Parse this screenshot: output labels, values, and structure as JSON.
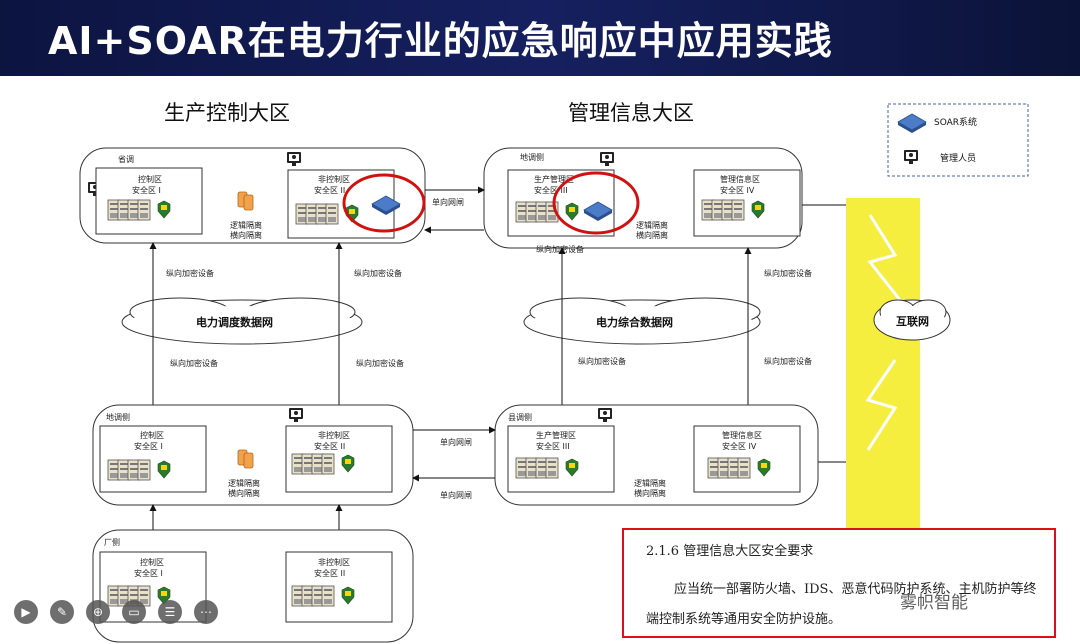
{
  "header": {
    "title": "AI+SOAR在电力行业的应急响应中应用实践"
  },
  "sections": {
    "left": "生产控制大区",
    "right": "管理信息大区"
  },
  "legend": {
    "soar": "SOAR系统",
    "admin": "管理人员"
  },
  "regions": {
    "province": "省调",
    "province_mgmt": "地调侧",
    "local": "地调侧",
    "local_mgmt": "县调侧",
    "plant": "厂侧"
  },
  "zones": {
    "z1a": "控制区",
    "z1b": "安全区 I",
    "z2a": "非控制区",
    "z2b": "安全区 II",
    "z3a": "生产管理区",
    "z3b": "安全区 III",
    "z4a": "管理信息区",
    "z4b": "安全区 IV"
  },
  "labels": {
    "logic_isolation_1": "逻辑隔离",
    "logic_isolation_2": "横向隔离",
    "one_way": "单向网闸",
    "encrypt": "纵向加密设备"
  },
  "clouds": {
    "dispatch": "电力调度数据网",
    "integrated": "电力综合数据网",
    "internet": "互联网"
  },
  "note": {
    "heading": "2.1.6  管理信息大区安全要求",
    "line1": "应当统一部署防火墙、IDS、恶意代码防护系统、主机防护等终",
    "line2": "端控制系统等通用安全防护设施。"
  },
  "watermark": "雾帜智能",
  "colors": {
    "header_bg": "#0c1440",
    "circle": "#d11111",
    "lightning": "#f4ec2a",
    "shield": "#2b7a2b"
  }
}
